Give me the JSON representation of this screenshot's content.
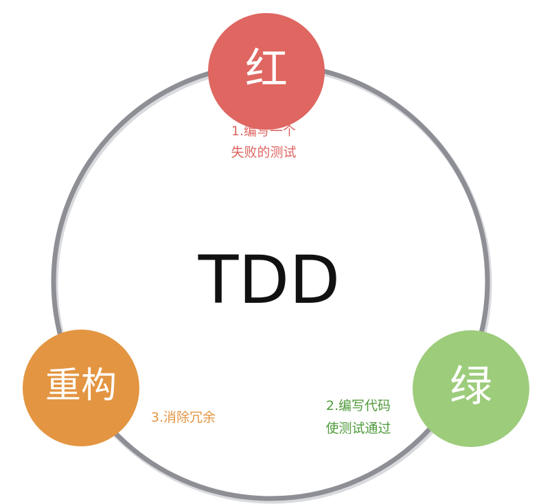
{
  "center": {
    "title": "TDD"
  },
  "nodes": {
    "red": {
      "label": "红",
      "color": "#df6661",
      "step_lines": [
        "1.编写一个",
        "失败的测试"
      ]
    },
    "green": {
      "label": "绿",
      "color": "#9dcc7b",
      "step_lines": [
        "2.编写代码",
        "使测试通过"
      ],
      "step_color": "#4e9a3a"
    },
    "refactor": {
      "label": "重构",
      "color": "#e39542",
      "step_lines": [
        "3.消除冗余"
      ]
    }
  },
  "cycle_ring_color": "#8e8f95"
}
